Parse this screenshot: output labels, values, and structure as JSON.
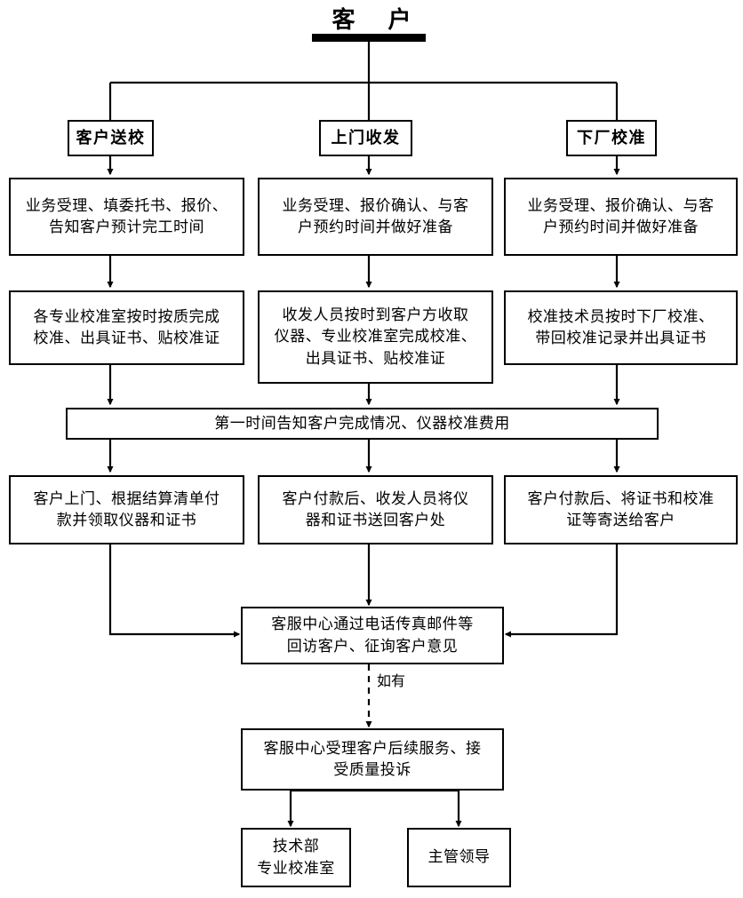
{
  "diagram": {
    "title": "客 户",
    "nodes": {
      "branch_1": "客户送校",
      "branch_2": "上门收发",
      "branch_3": "下厂校准",
      "row1_1": "业务受理、填委托书、报价、\n告知客户预计完工时间",
      "row1_2": "业务受理、报价确认、与客\n户预约时间并做好准备",
      "row1_3": "业务受理、报价确认、与客\n户预约时间并做好准备",
      "row2_1": "各专业校准室按时按质完成\n校准、出具证书、贴校准证",
      "row2_2": "收发人员按时到客户方收取\n仪器、专业校准室完成校准、\n出具证书、贴校准证",
      "row2_3": "校准技术员按时下厂校准、\n带回校准记录并出具证书",
      "merge_bar": "第一时间告知客户完成情况、仪器校准费用",
      "row3_1": "客户上门、根据结算清单付\n款并领取仪器和证书",
      "row3_2": "客户付款后、收发人员将仪\n器和证书送回客户处",
      "row3_3": "客户付款后、将证书和校准\n证等寄送给客户",
      "followup": "客服中心通过电话传真邮件等\n回访客户、征询客户意见",
      "aftersales": "客服中心受理客户后续服务、接\n受质量投诉",
      "end_1": "技术部\n专业校准室",
      "end_2": "主管领导"
    },
    "edge_labels": {
      "conditional": "如有"
    },
    "colors": {
      "line": "#000000",
      "box_border": "#000000",
      "background": "#ffffff",
      "text": "#000000"
    }
  }
}
